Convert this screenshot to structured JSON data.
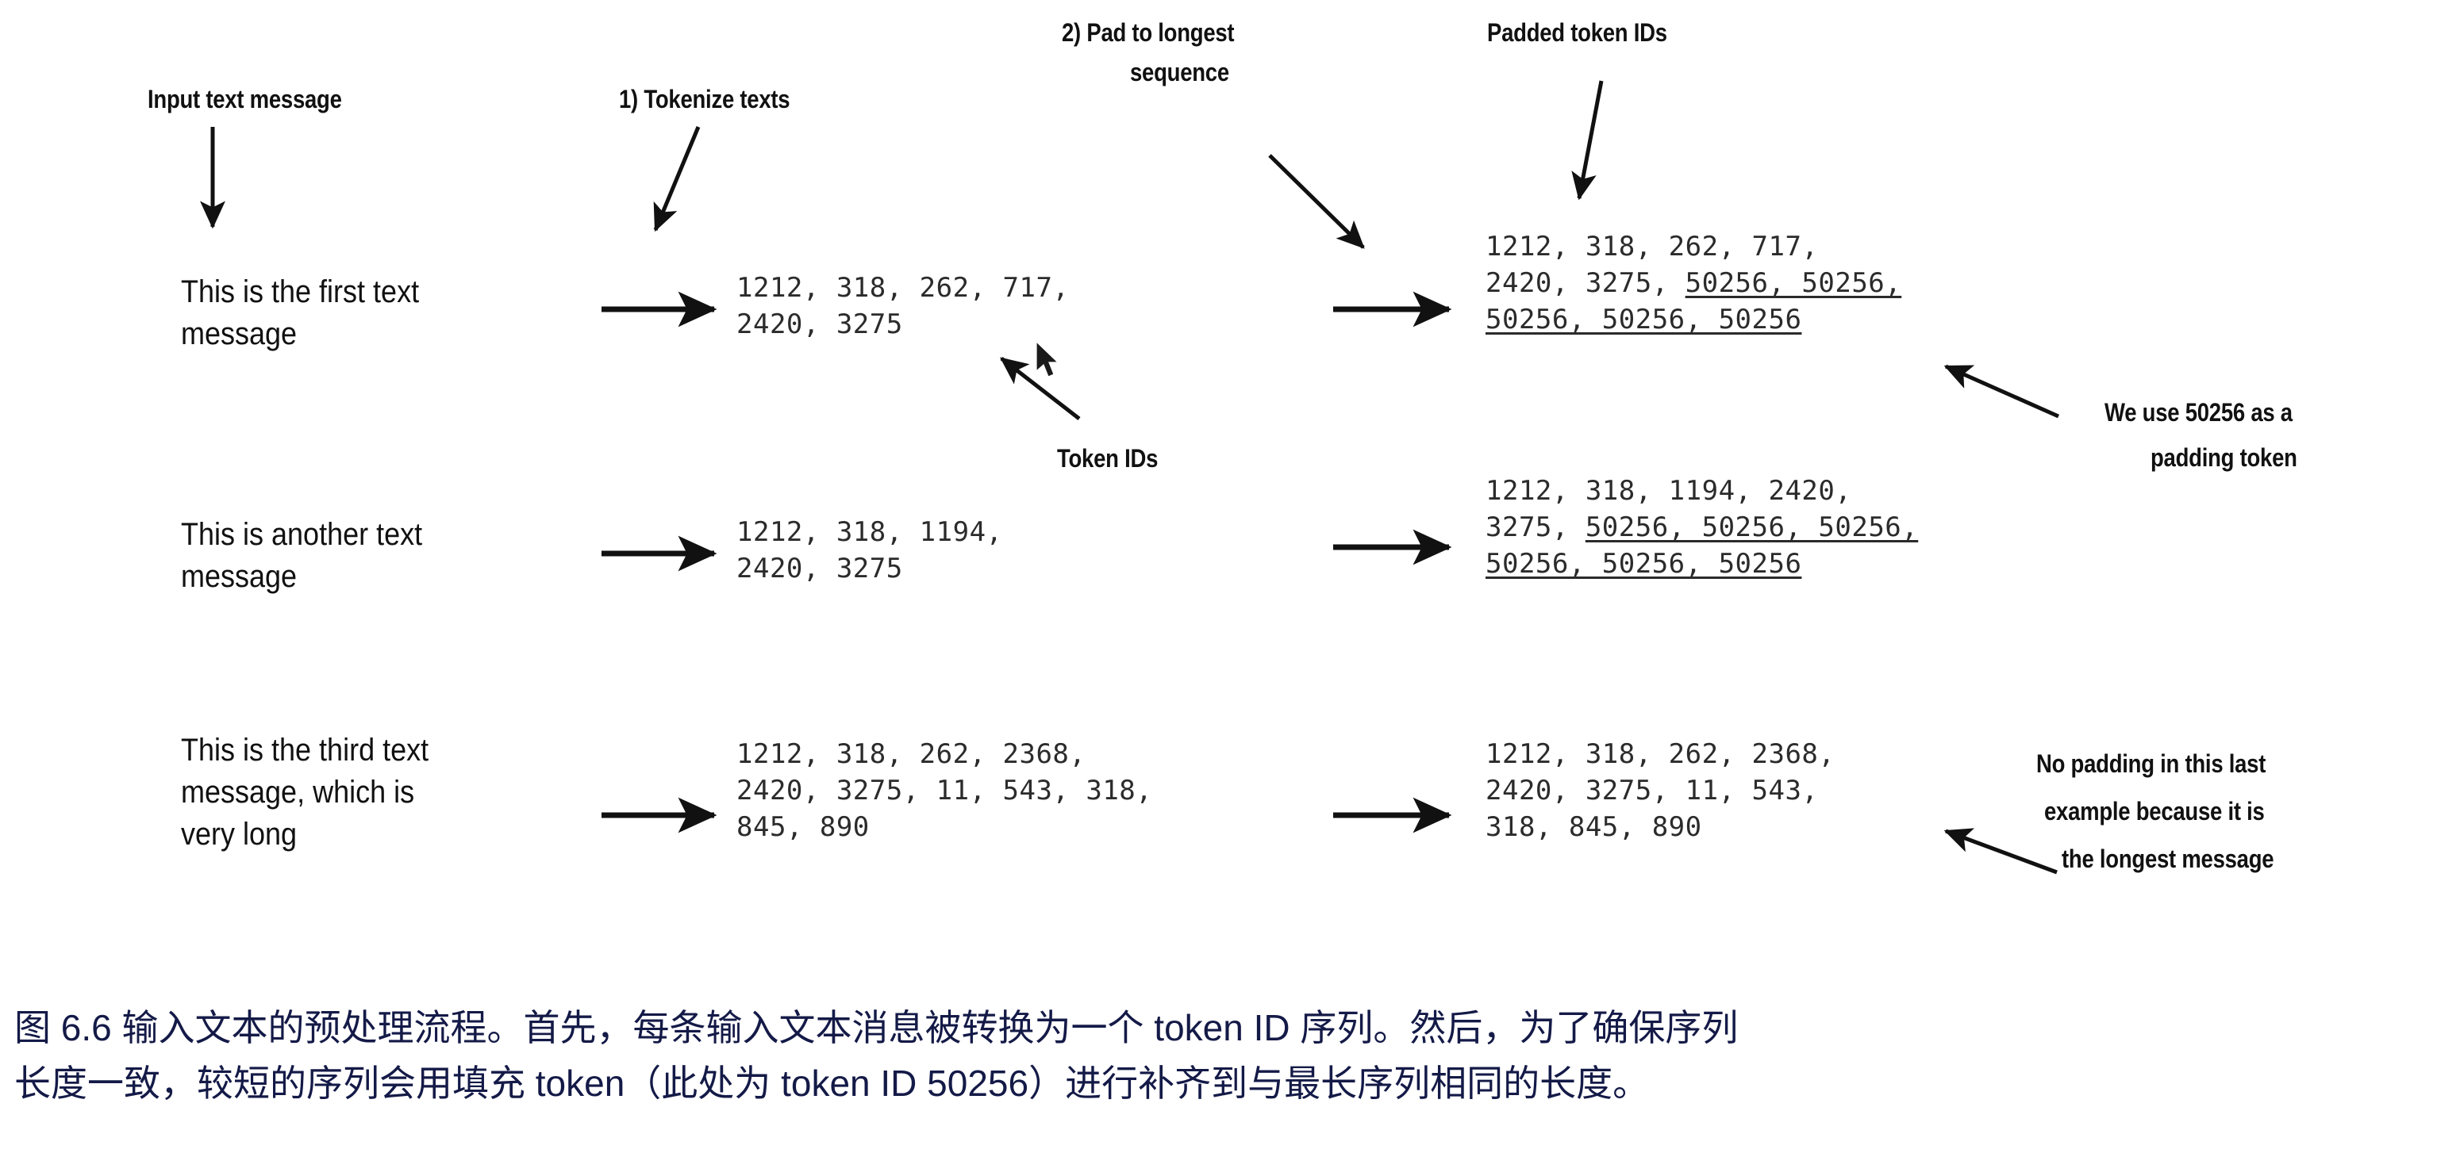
{
  "figure": {
    "annotations": {
      "input_text_message": "Input text message",
      "tokenize_texts": "1) Tokenize texts",
      "pad_to_longest_line1": "2) Pad to longest",
      "pad_to_longest_line2": "sequence",
      "padded_token_ids": "Padded token IDs",
      "token_ids": "Token IDs",
      "padding_note_line1": "We use 50256 as a",
      "padding_note_line2": "padding token",
      "no_padding_note_line1": "No padding in this last",
      "no_padding_note_line2": "example because it is",
      "no_padding_note_line3": "the longest message"
    },
    "rows": [
      {
        "message": "This is the first text\nmessage",
        "token_ids": "1212, 318, 262, 717,\n2420, 3275",
        "padded_segments": [
          {
            "text": "1212, 318, 262, 717,\n2420, 3275, ",
            "padded": false
          },
          {
            "text": "50256, 50256,\n50256, 50256, 50256",
            "padded": true
          }
        ]
      },
      {
        "message": "This is another text\nmessage",
        "token_ids": "1212, 318, 1194,\n2420, 3275",
        "padded_segments": [
          {
            "text": "1212, 318, 1194, 2420,\n3275, ",
            "padded": false
          },
          {
            "text": "50256, 50256, 50256,\n50256, 50256, 50256",
            "padded": true
          }
        ]
      },
      {
        "message": "This is the third text\nmessage, which is\nvery long",
        "token_ids": "1212, 318, 262, 2368,\n2420, 3275, 11, 543, 318,\n845, 890",
        "padded_segments": [
          {
            "text": "1212, 318, 262, 2368,\n2420, 3275, 11, 543,\n318, 845, 890",
            "padded": false
          }
        ]
      }
    ],
    "caption": {
      "line1": "图 6.6 输入文本的预处理流程。首先，每条输入文本消息被转换为一个 token ID 序列。然后，为了确保序列",
      "line2": "长度一致，较短的序列会用填充 token（此处为 token ID 50256）进行补齐到与最长序列相同的长度。"
    },
    "colors": {
      "caption": "#141a47",
      "ink": "#111111",
      "token_ink": "#2b2b2b"
    }
  }
}
